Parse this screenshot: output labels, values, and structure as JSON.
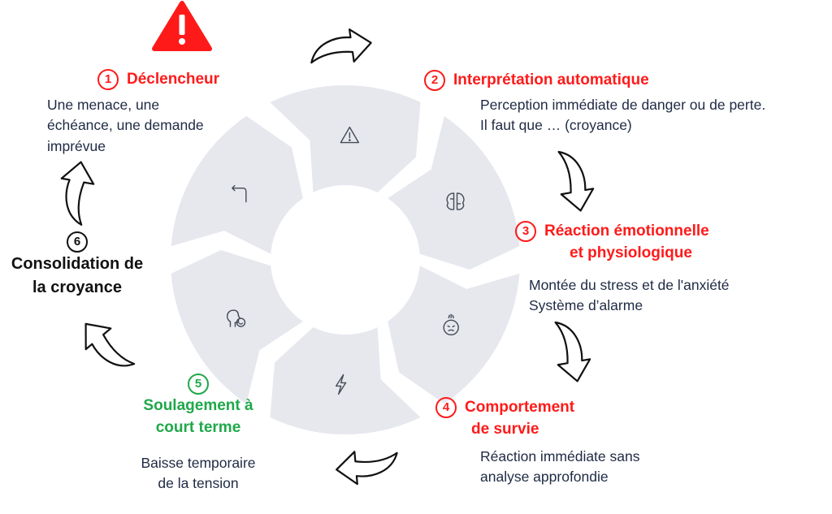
{
  "steps": [
    {
      "number": "1",
      "title": "Déclencheur",
      "title2": "",
      "color": "#ff1a1a",
      "icon": "warning-icon",
      "description": [
        "Une menace, une",
        "échéance, une demande",
        "imprévue"
      ]
    },
    {
      "number": "2",
      "title": "Interprétation automatique",
      "title2": "",
      "color": "#ff1a1a",
      "icon": "brain-icon",
      "description": [
        "Perception immédiate de danger ou de perte.",
        "Il faut que … (croyance)"
      ]
    },
    {
      "number": "3",
      "title": "Réaction émotionnelle",
      "title2": "et physiologique",
      "color": "#ff1a1a",
      "icon": "stressed-face-icon",
      "description": [
        "Montée du stress et de l'anxiété",
        "Système d’alarme"
      ]
    },
    {
      "number": "4",
      "title": "Comportement",
      "title2": "de survie",
      "color": "#ff1a1a",
      "icon": "lightning-icon",
      "description": [
        "Réaction immédiate sans",
        "analyse approfondie"
      ]
    },
    {
      "number": "5",
      "title": "Soulagement à",
      "title2": "court terme",
      "color": "#1fa84a",
      "icon": "relief-head-icon",
      "description": [
        "Baisse temporaire",
        "de la tension"
      ]
    },
    {
      "number": "6",
      "title": "Consolidation de",
      "title2": "la croyance",
      "color": "#111111",
      "icon": "return-arrow-icon",
      "description": []
    }
  ],
  "trigger_icon": "warning-triangle-icon",
  "ring_color": "#e6e8ee",
  "arrow_icon": "curved-arrow-icon"
}
